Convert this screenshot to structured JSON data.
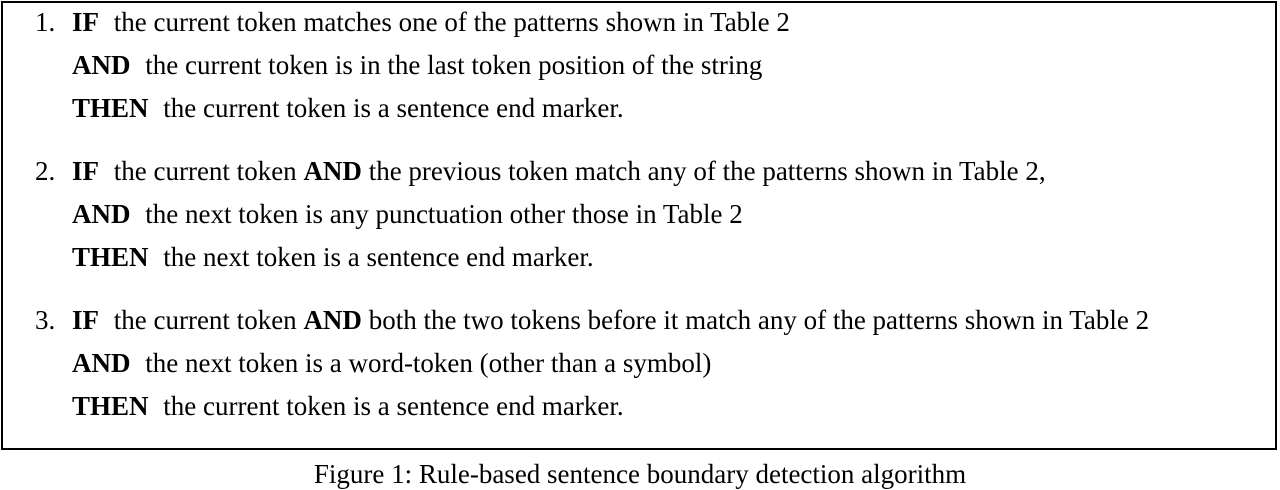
{
  "rules": [
    {
      "number": "1.",
      "if_kw": "IF",
      "if_text": "the current token matches one of the patterns shown in Table 2",
      "and_kw": "AND",
      "and_text": "the current token is in the last token position of the string",
      "then_kw": "THEN",
      "then_text": "the current token is a sentence end marker."
    },
    {
      "number": "2.",
      "if_kw": "IF",
      "if_text_a": "the current token",
      "if_mid_kw": "AND",
      "if_text_b": "the previous token match any of the patterns shown in Table 2,",
      "and_kw": "AND",
      "and_text": "the next token is any punctuation other those in Table 2",
      "then_kw": "THEN",
      "then_text": "the next token is a sentence end marker."
    },
    {
      "number": "3.",
      "if_kw": "IF",
      "if_text_a": "the current token",
      "if_mid_kw": "AND",
      "if_text_b": "both the two tokens before it match any of the patterns shown in Table 2",
      "and_kw": "AND",
      "and_text": "the next token is a word-token (other than a symbol)",
      "then_kw": "THEN",
      "then_text": "the current token is a sentence end marker."
    }
  ],
  "caption": "Figure 1: Rule-based sentence boundary detection algorithm"
}
